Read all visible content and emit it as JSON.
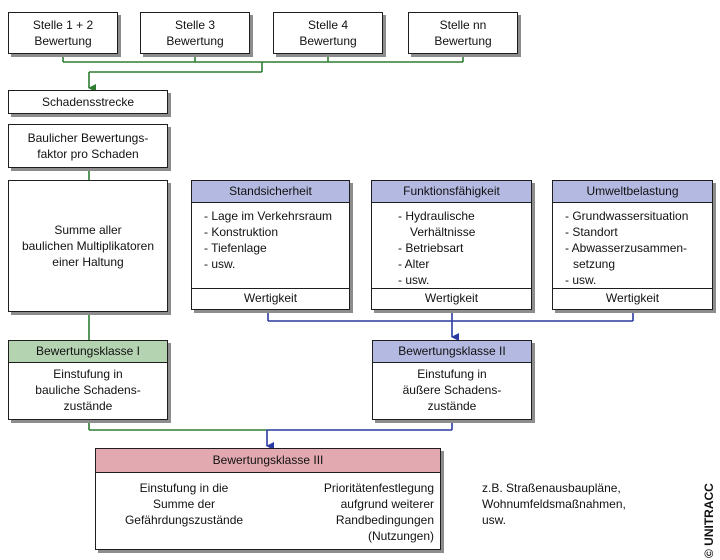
{
  "top_boxes": [
    {
      "line1": "Stelle 1 + 2",
      "line2": "Bewertung"
    },
    {
      "line1": "Stelle 3",
      "line2": "Bewertung"
    },
    {
      "line1": "Stelle 4",
      "line2": "Bewertung"
    },
    {
      "line1": "Stelle nn",
      "line2": "Bewertung"
    }
  ],
  "schadensstrecke": "Schadensstrecke",
  "faktor": "Baulicher Bewertungs-\nfaktor pro Schaden",
  "summe": "Summe aller\nbaulichen Multiplikatoren\neiner Haltung",
  "criteria": [
    {
      "title": "Standsicherheit",
      "items": [
        "- Lage im Verkehrsraum",
        "- Konstruktion",
        "- Tiefenlage",
        "- usw."
      ],
      "footer": "Wertigkeit"
    },
    {
      "title": "Funktionsfähigkeit",
      "items": [
        "- Hydraulische",
        "Verhältnisse",
        "- Betriebsart",
        "- Alter",
        "- usw."
      ],
      "footer": "Wertigkeit"
    },
    {
      "title": "Umweltbelastung",
      "items": [
        "- Grundwassersituation",
        "- Standort",
        "- Abwasserzusammen-",
        "setzung",
        "- usw."
      ],
      "footer": "Wertigkeit"
    }
  ],
  "klasse1": {
    "title": "Bewertungsklasse I",
    "text": "Einstufung in\nbauliche Schadens-\nzustände"
  },
  "klasse2": {
    "title": "Bewertungsklasse II",
    "text": "Einstufung in\näußere Schadens-\nzustände"
  },
  "klasse3": {
    "title": "Bewertungsklasse III",
    "left_text": "Einstufung in die\nSumme der\nGefährdungszustände",
    "right_text": "Prioritätenfestlegung\naufgrund weiterer\nRandbedingungen\n(Nutzungen)"
  },
  "note": "z.B. Straßenausbaupläne,\nWohnumfeldsmaßnahmen,\nusw.",
  "copyright": "© UNITRACC",
  "colors": {
    "green_line": "#2e7d32",
    "blue_line": "#2b3aa0",
    "blue_header": "#b3b9e0",
    "green_header": "#b4d3b0",
    "red_header": "#e2aab0"
  }
}
